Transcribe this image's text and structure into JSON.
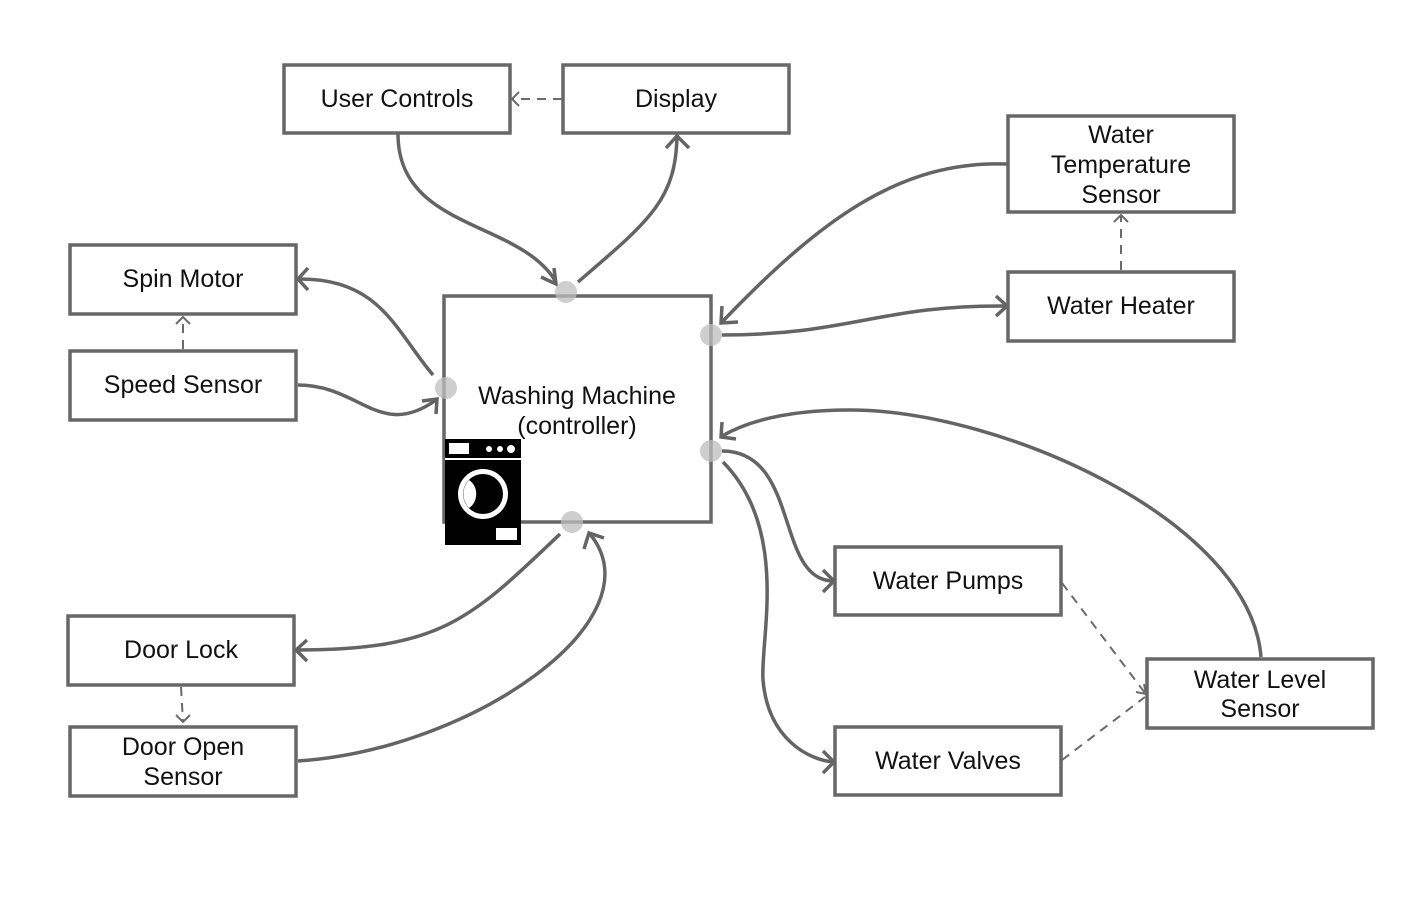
{
  "diagram": {
    "title": "Washing Machine controller block diagram",
    "colors": {
      "stroke": "#676767",
      "port": "#bdbdbd",
      "text": "#111111",
      "background": "#ffffff"
    },
    "nodes": [
      {
        "id": "user-controls",
        "label": [
          "User Controls"
        ]
      },
      {
        "id": "display",
        "label": [
          "Display"
        ]
      },
      {
        "id": "water-temperature-sensor",
        "label": [
          "Water",
          "Temperature",
          "Sensor"
        ]
      },
      {
        "id": "water-heater",
        "label": [
          "Water Heater"
        ]
      },
      {
        "id": "spin-motor",
        "label": [
          "Spin Motor"
        ]
      },
      {
        "id": "speed-sensor",
        "label": [
          "Speed Sensor"
        ]
      },
      {
        "id": "washing-machine-controller",
        "label": [
          "Washing Machine",
          "(controller)"
        ],
        "icon": "washing-machine-icon"
      },
      {
        "id": "door-lock",
        "label": [
          "Door Lock"
        ]
      },
      {
        "id": "door-open-sensor",
        "label": [
          "Door Open",
          "Sensor"
        ]
      },
      {
        "id": "water-pumps",
        "label": [
          "Water Pumps"
        ]
      },
      {
        "id": "water-valves",
        "label": [
          "Water Valves"
        ]
      },
      {
        "id": "water-level-sensor",
        "label": [
          "Water Level",
          "Sensor"
        ]
      }
    ],
    "edges": [
      {
        "from": "user-controls",
        "to": "washing-machine-controller",
        "style": "solid"
      },
      {
        "from": "washing-machine-controller",
        "to": "display",
        "style": "solid"
      },
      {
        "from": "display",
        "to": "user-controls",
        "style": "dashed"
      },
      {
        "from": "water-temperature-sensor",
        "to": "washing-machine-controller",
        "style": "solid"
      },
      {
        "from": "washing-machine-controller",
        "to": "water-heater",
        "style": "solid"
      },
      {
        "from": "water-heater",
        "to": "water-temperature-sensor",
        "style": "dashed"
      },
      {
        "from": "washing-machine-controller",
        "to": "spin-motor",
        "style": "solid"
      },
      {
        "from": "speed-sensor",
        "to": "washing-machine-controller",
        "style": "solid"
      },
      {
        "from": "speed-sensor",
        "to": "spin-motor",
        "style": "dashed"
      },
      {
        "from": "washing-machine-controller",
        "to": "door-lock",
        "style": "solid"
      },
      {
        "from": "door-open-sensor",
        "to": "washing-machine-controller",
        "style": "solid"
      },
      {
        "from": "door-lock",
        "to": "door-open-sensor",
        "style": "dashed"
      },
      {
        "from": "water-level-sensor",
        "to": "washing-machine-controller",
        "style": "solid"
      },
      {
        "from": "washing-machine-controller",
        "to": "water-pumps",
        "style": "solid"
      },
      {
        "from": "washing-machine-controller",
        "to": "water-valves",
        "style": "solid"
      },
      {
        "from": "water-pumps",
        "to": "water-level-sensor",
        "style": "dashed"
      },
      {
        "from": "water-valves",
        "to": "water-level-sensor",
        "style": "dashed"
      }
    ]
  }
}
